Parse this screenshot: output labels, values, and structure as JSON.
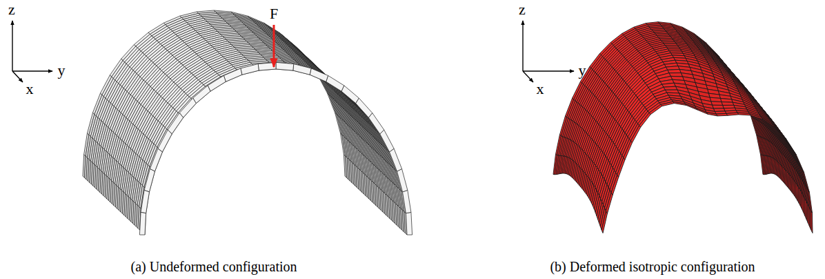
{
  "diagram": {
    "labels": [
      "z",
      "y",
      "x",
      "F",
      "(a) Undeformed configuration",
      "z",
      "y",
      "x",
      "(b) Deformed isotropic configuration"
    ]
  }
}
